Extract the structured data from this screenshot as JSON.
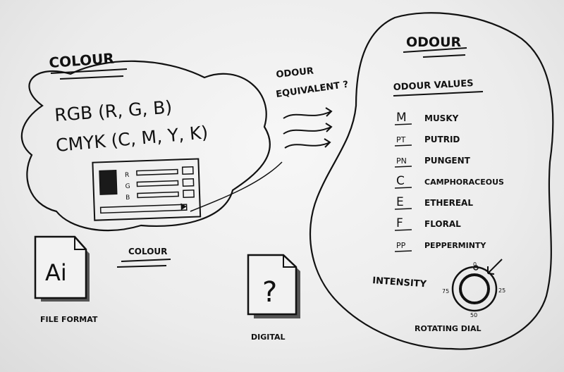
{
  "colour_section": {
    "title": "COLOUR",
    "rgb": "RGB (R, G, B)",
    "cmyk": "CMYK (C, M, Y, K)",
    "slider_labels": [
      "R",
      "G",
      "B"
    ]
  },
  "middle": {
    "question_line1": "ODOUR",
    "question_line2": "EQUIVALENT ?",
    "colour_caption": "COLOUR"
  },
  "file_icons": [
    {
      "glyph": "Ai",
      "label": "FILE FORMAT"
    },
    {
      "glyph": "?",
      "label": "DIGITAL"
    }
  ],
  "odour_section": {
    "title": "ODOUR",
    "values_heading": "ODOUR VALUES",
    "values": [
      {
        "abbr": "M",
        "name": "MUSKY"
      },
      {
        "abbr": "PT",
        "name": "PUTRID"
      },
      {
        "abbr": "PN",
        "name": "PUNGENT"
      },
      {
        "abbr": "C",
        "name": "CAMPHORACEOUS"
      },
      {
        "abbr": "E",
        "name": "ETHEREAL"
      },
      {
        "abbr": "F",
        "name": "FLORAL"
      },
      {
        "abbr": "PP",
        "name": "PEPPERMINTY"
      }
    ],
    "intensity_label": "INTENSITY",
    "dial_marks": [
      "0",
      "25",
      "50",
      "75"
    ],
    "dial_caption": "ROTATING DIAL"
  }
}
